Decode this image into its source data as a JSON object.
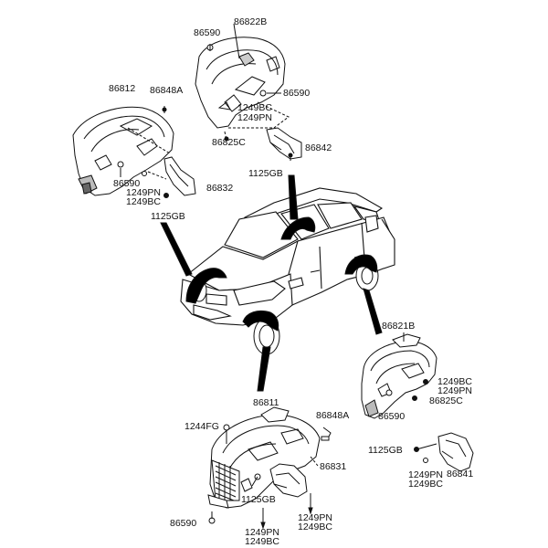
{
  "labels": {
    "p86590_top": "86590",
    "p86822B": "86822B",
    "p86590_mid": "86590",
    "p1249BC_top": "1249BC",
    "p1249PN_top": "1249PN",
    "p86825C_top": "86825C",
    "p86842": "86842",
    "p1125GB_top": "1125GB",
    "p86812": "86812",
    "p86848A_top": "86848A",
    "p86590_left": "86590",
    "p1249PN_left": "1249PN",
    "p1249BC_left": "1249BC",
    "p86832": "86832",
    "p1125GB_left": "1125GB",
    "p86821B": "86821B",
    "p1249BC_right": "1249BC",
    "p1249PN_right": "1249PN",
    "p86825C_right": "86825C",
    "p86590_right": "86590",
    "p86811": "86811",
    "p1244FG": "1244FG",
    "p86848A_bot": "86848A",
    "p86831": "86831",
    "p1125GB_bot": "1125GB",
    "p86590_bot": "86590",
    "p1249PN_bot": "1249PN",
    "p1249BC_bot": "1249BC",
    "p1249PN_bot2": "1249PN",
    "p1249BC_bot2": "1249BC",
    "p1125GB_right": "1125GB",
    "p1249PN_right2": "1249PN",
    "p1249BC_right2": "1249BC",
    "p86841": "86841"
  },
  "colors": {
    "ink": "#111111",
    "fill": "#ffffff",
    "shade": "#d8d8d8",
    "dark": "#000000"
  }
}
